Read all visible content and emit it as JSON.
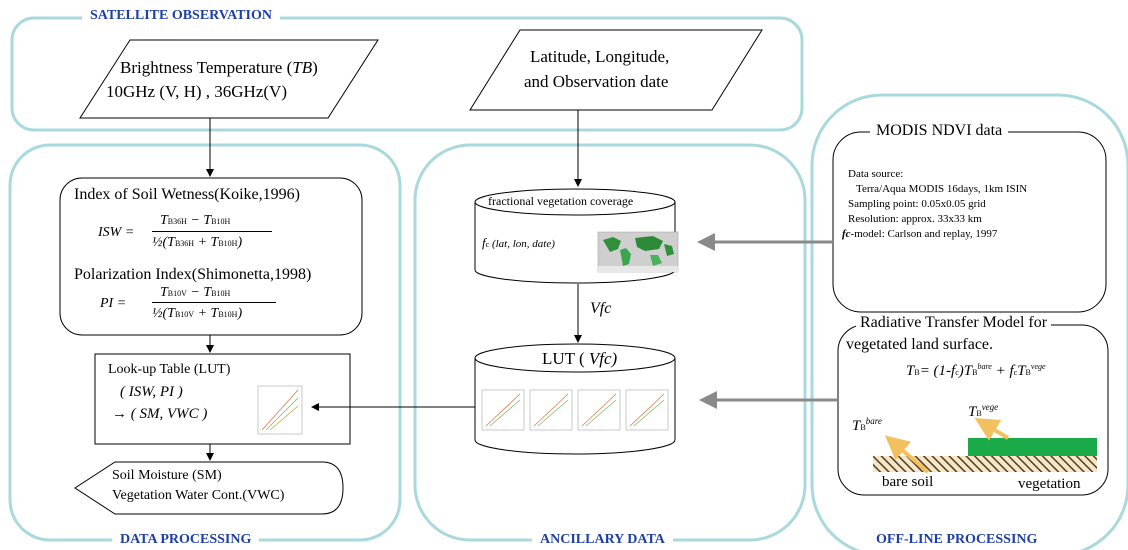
{
  "colors": {
    "section_border": "#a9d9dd",
    "section_title": "#1f3fa8",
    "gray_arrow": "#8a8a8a",
    "yellow_arrow": "#f3c05f",
    "vegetation": "#1aaa4a"
  },
  "sections": {
    "satellite_title": "SATELLITE OBSERVATION",
    "data_processing_title": "DATA PROCESSING",
    "ancillary_title": "ANCILLARY DATA",
    "offline_title": "OFF-LINE PROCESSING"
  },
  "inputs": {
    "tb_line1_prefix": "Brightness Temperature (",
    "tb_line1_symbol": "TB",
    "tb_line1_suffix": ")",
    "tb_line2": "10GHz (V, H) , 36GHz(V)",
    "latlon_line1": "Latitude, Longitude,",
    "latlon_line2": "and Observation date"
  },
  "indices": {
    "isw_title": "Index of Soil Wetness(Koike,1996)",
    "isw_lhs": "ISW =",
    "isw_num": "T",
    "isw_num_sub1": "B36H",
    "isw_num_mid": " − T",
    "isw_num_sub2": "B10H",
    "isw_den": "½(T",
    "isw_den_sub1": "B36H",
    "isw_den_mid": " + T",
    "isw_den_sub2": "B10H",
    "isw_den_end": ")",
    "pi_title": "Polarization Index(Shimonetta,1998)",
    "pi_lhs": "PI   =",
    "pi_num": "T",
    "pi_num_sub1": "B10V",
    "pi_num_mid": " − T",
    "pi_num_sub2": "B10H",
    "pi_den": "½(T",
    "pi_den_sub1": "B10V",
    "pi_den_mid": " + T",
    "pi_den_sub2": "B10H",
    "pi_den_end": ")"
  },
  "lut": {
    "title": "Look-up Table (LUT)",
    "line1": "( ISW, PI )",
    "line2": "→ ( SM, VWC )"
  },
  "output": {
    "line1": "Soil Moisture (SM)",
    "line2": "Vegetation Water Cont.(VWC)"
  },
  "ancillary": {
    "fvc_title": "fractional vegetation coverage",
    "fc_label_f": "f",
    "fc_label_sub": "c",
    "fc_label_rest": " (lat, lon, date)",
    "vfc_label": "Vfc",
    "lut_vfc_prefix": "LUT ( ",
    "lut_vfc_symbol": "Vfc)"
  },
  "modis": {
    "title": "MODIS NDVI data",
    "line1": "Data source:",
    "line2": "Terra/Aqua MODIS 16days, 1km ISIN",
    "line3": "Sampling point:  0.05x0.05 grid",
    "line4": "Resolution: approx. 33x33 km",
    "line5_symbol": "fc",
    "line5_rest": "-model: Carlson and replay, 1997"
  },
  "rtm": {
    "title1": "Radiative Transfer Model for",
    "title2": "vegetated land surface.",
    "eq_tb": "T",
    "eq_b": "B",
    "eq_mid": "= (1-f",
    "eq_c": "c",
    "eq_paren": ")T",
    "eq_b2": "B",
    "eq_bare": "bare",
    "eq_plus": " + f",
    "eq_c2": "c",
    "eq_t2": "T",
    "eq_b3": "B",
    "eq_vege": "vege",
    "tb_bare_t": "T",
    "tb_bare_b": "B",
    "tb_bare_sup": "bare",
    "tb_vege_t": "T",
    "tb_vege_b": "B",
    "tb_vege_sup": "vege",
    "bare_soil": "bare soil",
    "vegetation": "vegetation"
  }
}
